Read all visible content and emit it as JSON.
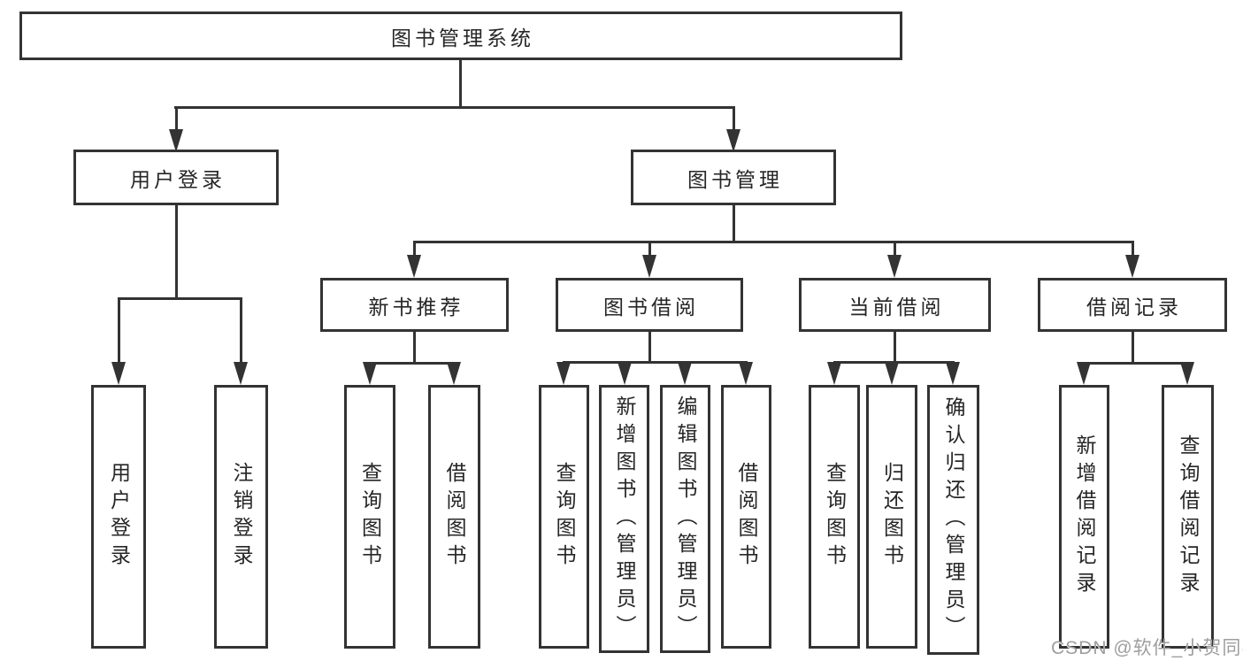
{
  "tree": {
    "root": {
      "label": "图书管理系统"
    },
    "branches": [
      {
        "label": "用户登录",
        "leaves": [
          {
            "label": "用户登录"
          },
          {
            "label": "注销登录"
          }
        ]
      },
      {
        "label": "图书管理",
        "groups": [
          {
            "label": "新书推荐",
            "leaves": [
              {
                "label": "查询图书"
              },
              {
                "label": "借阅图书"
              }
            ]
          },
          {
            "label": "图书借阅",
            "leaves": [
              {
                "label": "查询图书"
              },
              {
                "label": "新增图书（管理员）"
              },
              {
                "label": "编辑图书（管理员）"
              },
              {
                "label": "借阅图书"
              }
            ]
          },
          {
            "label": "当前借阅",
            "leaves": [
              {
                "label": "查询图书"
              },
              {
                "label": "归还图书"
              },
              {
                "label": "确认归还（管理员）"
              }
            ]
          },
          {
            "label": "借阅记录",
            "leaves": [
              {
                "label": "新增借阅记录"
              },
              {
                "label": "查询借阅记录"
              }
            ]
          }
        ]
      }
    ]
  },
  "watermark": {
    "text": "CSDN @软件_小贺同学"
  },
  "colors": {
    "line": "#333333",
    "text": "#262626",
    "box_background": "#ffffff",
    "page_background": "#ffffff",
    "watermark": "#9e9e9e"
  }
}
